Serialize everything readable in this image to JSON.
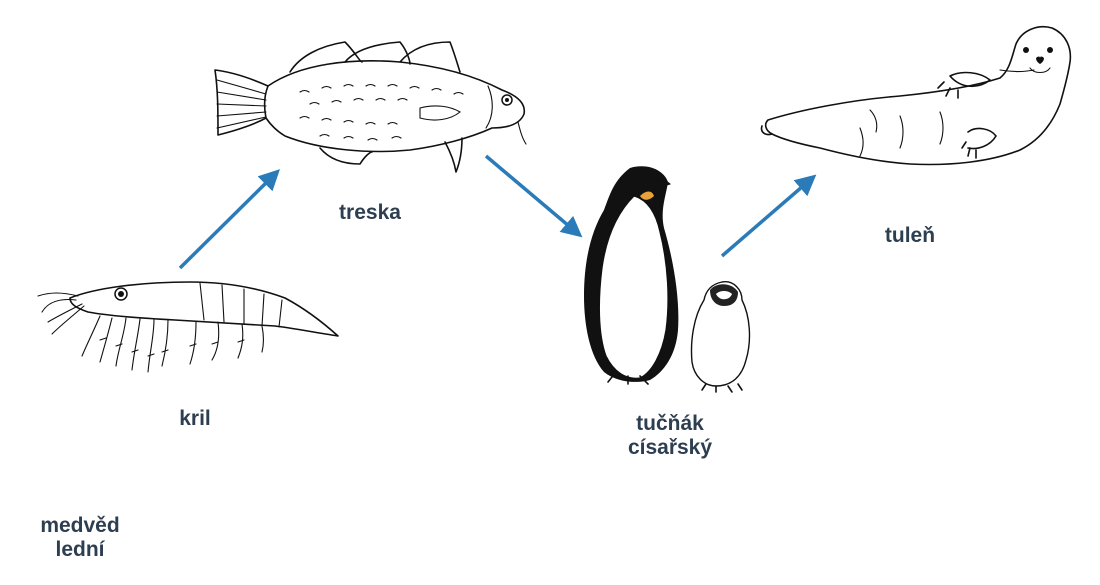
{
  "diagram": {
    "colors": {
      "arrow": "#2b7bb9",
      "label": "#2c3e50",
      "ink": "#111111"
    },
    "nodes": [
      {
        "id": "krill",
        "icon": "krill-illustration",
        "lines": [
          "kril"
        ]
      },
      {
        "id": "cod",
        "icon": "cod-fish-illustration",
        "lines": [
          "treska"
        ]
      },
      {
        "id": "penguin",
        "icon": "emperor-penguin-illustration",
        "lines": [
          "tučňák",
          "císařský"
        ]
      },
      {
        "id": "seal",
        "icon": "seal-illustration",
        "lines": [
          "tuleň"
        ]
      },
      {
        "id": "bear",
        "icon": "",
        "lines": [
          "medvěd",
          "lední"
        ]
      }
    ],
    "edges": [
      {
        "from": "krill",
        "to": "cod"
      },
      {
        "from": "cod",
        "to": "penguin"
      },
      {
        "from": "penguin",
        "to": "seal"
      }
    ]
  }
}
